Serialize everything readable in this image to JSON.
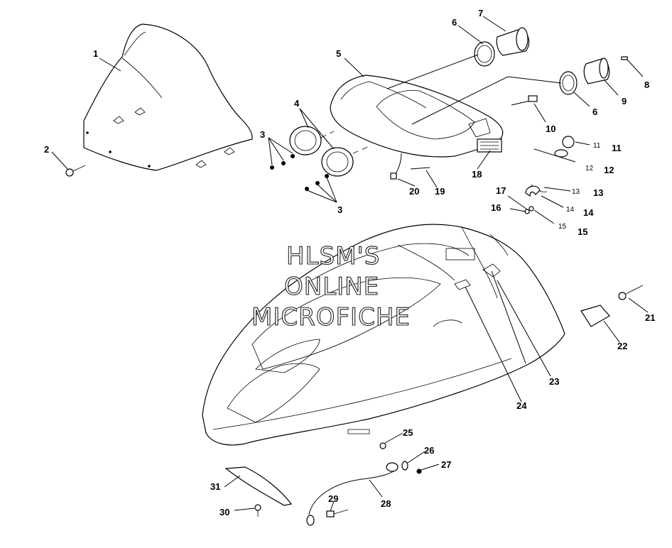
{
  "watermark": {
    "line1": "HLSM'S",
    "line2": "ONLINE",
    "line3": "MICROFICHE"
  },
  "callouts": [
    {
      "id": "c1",
      "text": "1"
    },
    {
      "id": "c2",
      "text": "2"
    },
    {
      "id": "c3a",
      "text": "3"
    },
    {
      "id": "c3b",
      "text": "3"
    },
    {
      "id": "c4",
      "text": "4"
    },
    {
      "id": "c5",
      "text": "5"
    },
    {
      "id": "c6a",
      "text": "6"
    },
    {
      "id": "c6b",
      "text": "6"
    },
    {
      "id": "c7",
      "text": "7"
    },
    {
      "id": "c8",
      "text": "8"
    },
    {
      "id": "c9",
      "text": "9"
    },
    {
      "id": "c10",
      "text": "10"
    },
    {
      "id": "c11",
      "text": "11"
    },
    {
      "id": "c11s",
      "text": "11"
    },
    {
      "id": "c12",
      "text": "12"
    },
    {
      "id": "c12s",
      "text": "12"
    },
    {
      "id": "c13",
      "text": "13"
    },
    {
      "id": "c13s",
      "text": "13"
    },
    {
      "id": "c14",
      "text": "14"
    },
    {
      "id": "c14s",
      "text": "14"
    },
    {
      "id": "c15",
      "text": "15"
    },
    {
      "id": "c15s",
      "text": "15"
    },
    {
      "id": "c16",
      "text": "16"
    },
    {
      "id": "c17",
      "text": "17"
    },
    {
      "id": "c18",
      "text": "18"
    },
    {
      "id": "c19",
      "text": "19"
    },
    {
      "id": "c20",
      "text": "20"
    },
    {
      "id": "c21",
      "text": "21"
    },
    {
      "id": "c22",
      "text": "22"
    },
    {
      "id": "c23",
      "text": "23"
    },
    {
      "id": "c24",
      "text": "24"
    },
    {
      "id": "c25",
      "text": "25"
    },
    {
      "id": "c26",
      "text": "26"
    },
    {
      "id": "c27",
      "text": "27"
    },
    {
      "id": "c28",
      "text": "28"
    },
    {
      "id": "c29",
      "text": "29"
    },
    {
      "id": "c30",
      "text": "30"
    },
    {
      "id": "c31",
      "text": "31"
    }
  ]
}
